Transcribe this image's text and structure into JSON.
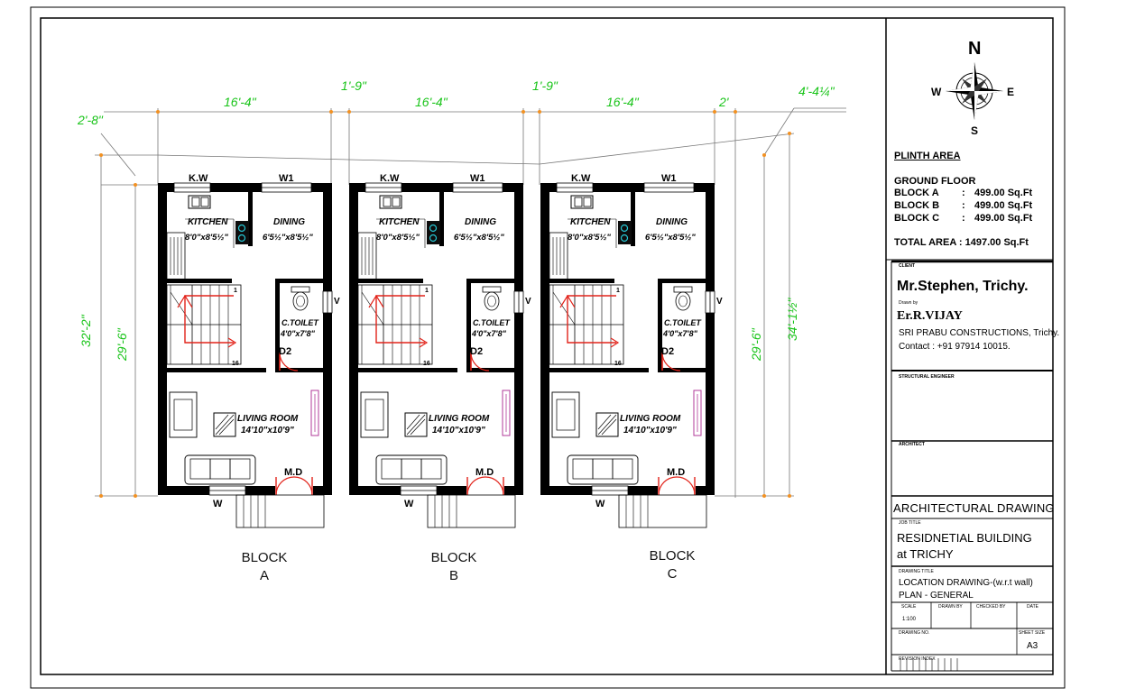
{
  "plan": {
    "dims_top": {
      "d1": "2'-8\"",
      "d2": "16'-4\"",
      "d3": "1'-9\"",
      "d4": "16'-4\"",
      "d5": "1'-9\"",
      "d6": "16'-4\"",
      "d7": "2'",
      "d8": "4'-4¼\""
    },
    "dims_left": {
      "outer": "32'-2\"",
      "inner": "29'-6\""
    },
    "dims_right": {
      "inner": "29'-6\"",
      "outer": "34'-1½\""
    },
    "rooms": {
      "kw": "K.W",
      "w1": "W1",
      "kitchen": "KITCHEN",
      "kitchen_size": "8'0\"x8'5½\"",
      "dining": "DINING",
      "dining_size": "6'5½\"x8'5½\"",
      "toilet": "C.TOILET",
      "toilet_size": "4'0\"x7'8\"",
      "d2": "D2",
      "v": "V",
      "living": "LIVING ROOM",
      "living_size": "14'10\"x10'9\"",
      "md": "M.D",
      "w": "W",
      "stair_top": "1",
      "stair_bottom": "16"
    },
    "blocks": [
      {
        "word": "BLOCK",
        "letter": "A"
      },
      {
        "word": "BLOCK",
        "letter": "B"
      },
      {
        "word": "BLOCK",
        "letter": "C"
      }
    ]
  },
  "compass": {
    "n": "N",
    "s": "S",
    "e": "E",
    "w": "W"
  },
  "plinth": {
    "heading": "PLINTH AREA",
    "floor": "GROUND FLOOR",
    "rows": [
      {
        "label": "BLOCK A",
        "sep": ":",
        "value": "499.00 Sq.Ft"
      },
      {
        "label": "BLOCK B",
        "sep": ":",
        "value": "499.00 Sq.Ft"
      },
      {
        "label": "BLOCK C",
        "sep": ":",
        "value": "499.00 Sq.Ft"
      }
    ],
    "total": "TOTAL AREA : 1497.00 Sq.Ft"
  },
  "title_block": {
    "client_label": "CLIENT",
    "client": "Mr.Stephen, Trichy.",
    "drawn_by_label": "Drawn by",
    "engineer": "Er.R.VIJAY",
    "company": "SRI PRABU CONSTRUCTIONS, Trichy.",
    "contact": "Contact : +91 97914 10015.",
    "structural_label": "STRUCTURAL ENGINEER",
    "architect_label": "ARCHITECT",
    "drawing_type": "ARCHITECTURAL DRAWING",
    "job_title_label": "JOB TITLE",
    "job_line1": "RESIDNETIAL BUILDING",
    "job_line2": "at TRICHY",
    "drawing_title_label": "DRAWING TITLE",
    "title_line1": "LOCATION DRAWING-(w.r.t wall)",
    "title_line2": "PLAN - GENERAL",
    "scale_label": "SCALE",
    "scale": "1:100",
    "drawn_label": "DRAWN BY",
    "checked_label": "CHECKED BY",
    "date_label": "DATE",
    "drawing_no_label": "DRAWING NO.",
    "sheet_size_label": "SHEET SIZE",
    "sheet_size": "A3",
    "revision_label": "REVISION INDEX"
  }
}
